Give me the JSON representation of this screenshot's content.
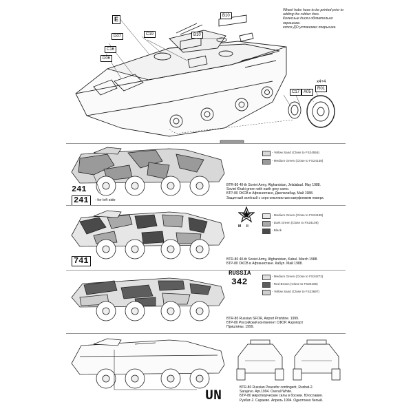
{
  "parts": {
    "E": "E",
    "B10_top": "B10",
    "D07": "D07",
    "C19": "C19",
    "B10_mid": "B10",
    "C16": "C16",
    "D06": "D06",
    "C17": "C17",
    "A05": "A05",
    "R01": "R01",
    "wheel_qty": "x4+4"
  },
  "assembly_note": [
    "Wheel hubs have to be printed prior to",
    "adding the rubber tires.",
    "Колесные диски обязательно окрашива-",
    "ются ДО установки покрышек."
  ],
  "schemes": [
    {
      "legend": [
        "- Yellow Sand (Close to FS24555)",
        "- Medium Green (Close to FS24138)"
      ],
      "colors": [
        "#d8d8d8",
        "#9a9a9a"
      ],
      "caption": [
        "BTR-80 40-th Soviet Army, Afghanistan, Jelalabad. May 1988.",
        "Soviet Khaki green with earth grey camo.",
        "БТР-80 ОКСВ в Афганистане, Джелалабад. Май 1988.",
        "Защитный зелёный с серо-земляистым камуфляжем поверх."
      ],
      "marking": "241",
      "marking2": "241",
      "marking2_note": "- for left side"
    },
    {
      "legend": [
        "- Medium Green (Close to FS24138)",
        "- Dark Green (Close to FS24108)",
        "- Black"
      ],
      "colors": [
        "#e6e6e6",
        "#a9a9a9",
        "#4a4a4a"
      ],
      "caption": [
        "BTR-80 40-th Soviet Army, Afghanistan, Kabul. March 1988.",
        "БТР-80 ОКСВ в Афганистане. Кабул. Май 1988."
      ],
      "marking": "741",
      "star_labels": [
        "M",
        "II"
      ]
    },
    {
      "legend": [
        "- Medium Green (Close to FS24272)",
        "- Red Brown (Close to FS26166)",
        "- Yellow Sand (Close to FS23697)"
      ],
      "colors": [
        "#e0e0e0",
        "#5d5d5d",
        "#cfcfcf"
      ],
      "caption": [
        "BTR-80 Russian SFOR, Airport Prishtine. 1999.",
        "БТР-80 Российский контингент СФОР. Аэропорт",
        "Приштины. 1999."
      ],
      "marking_top": "RUSSIA",
      "marking": "342"
    },
    {
      "caption": [
        "BTR-80 Russian Peacefor contingent, Ruzbat-2.",
        "Sarajevo. Apr.1994. Overall White.",
        "БТР-80 миротворческие силы в боснии. Югославия.",
        "Рузбат-2. Сараево. Апрель 1994. Однотонно белый."
      ],
      "marking": "UN"
    }
  ]
}
